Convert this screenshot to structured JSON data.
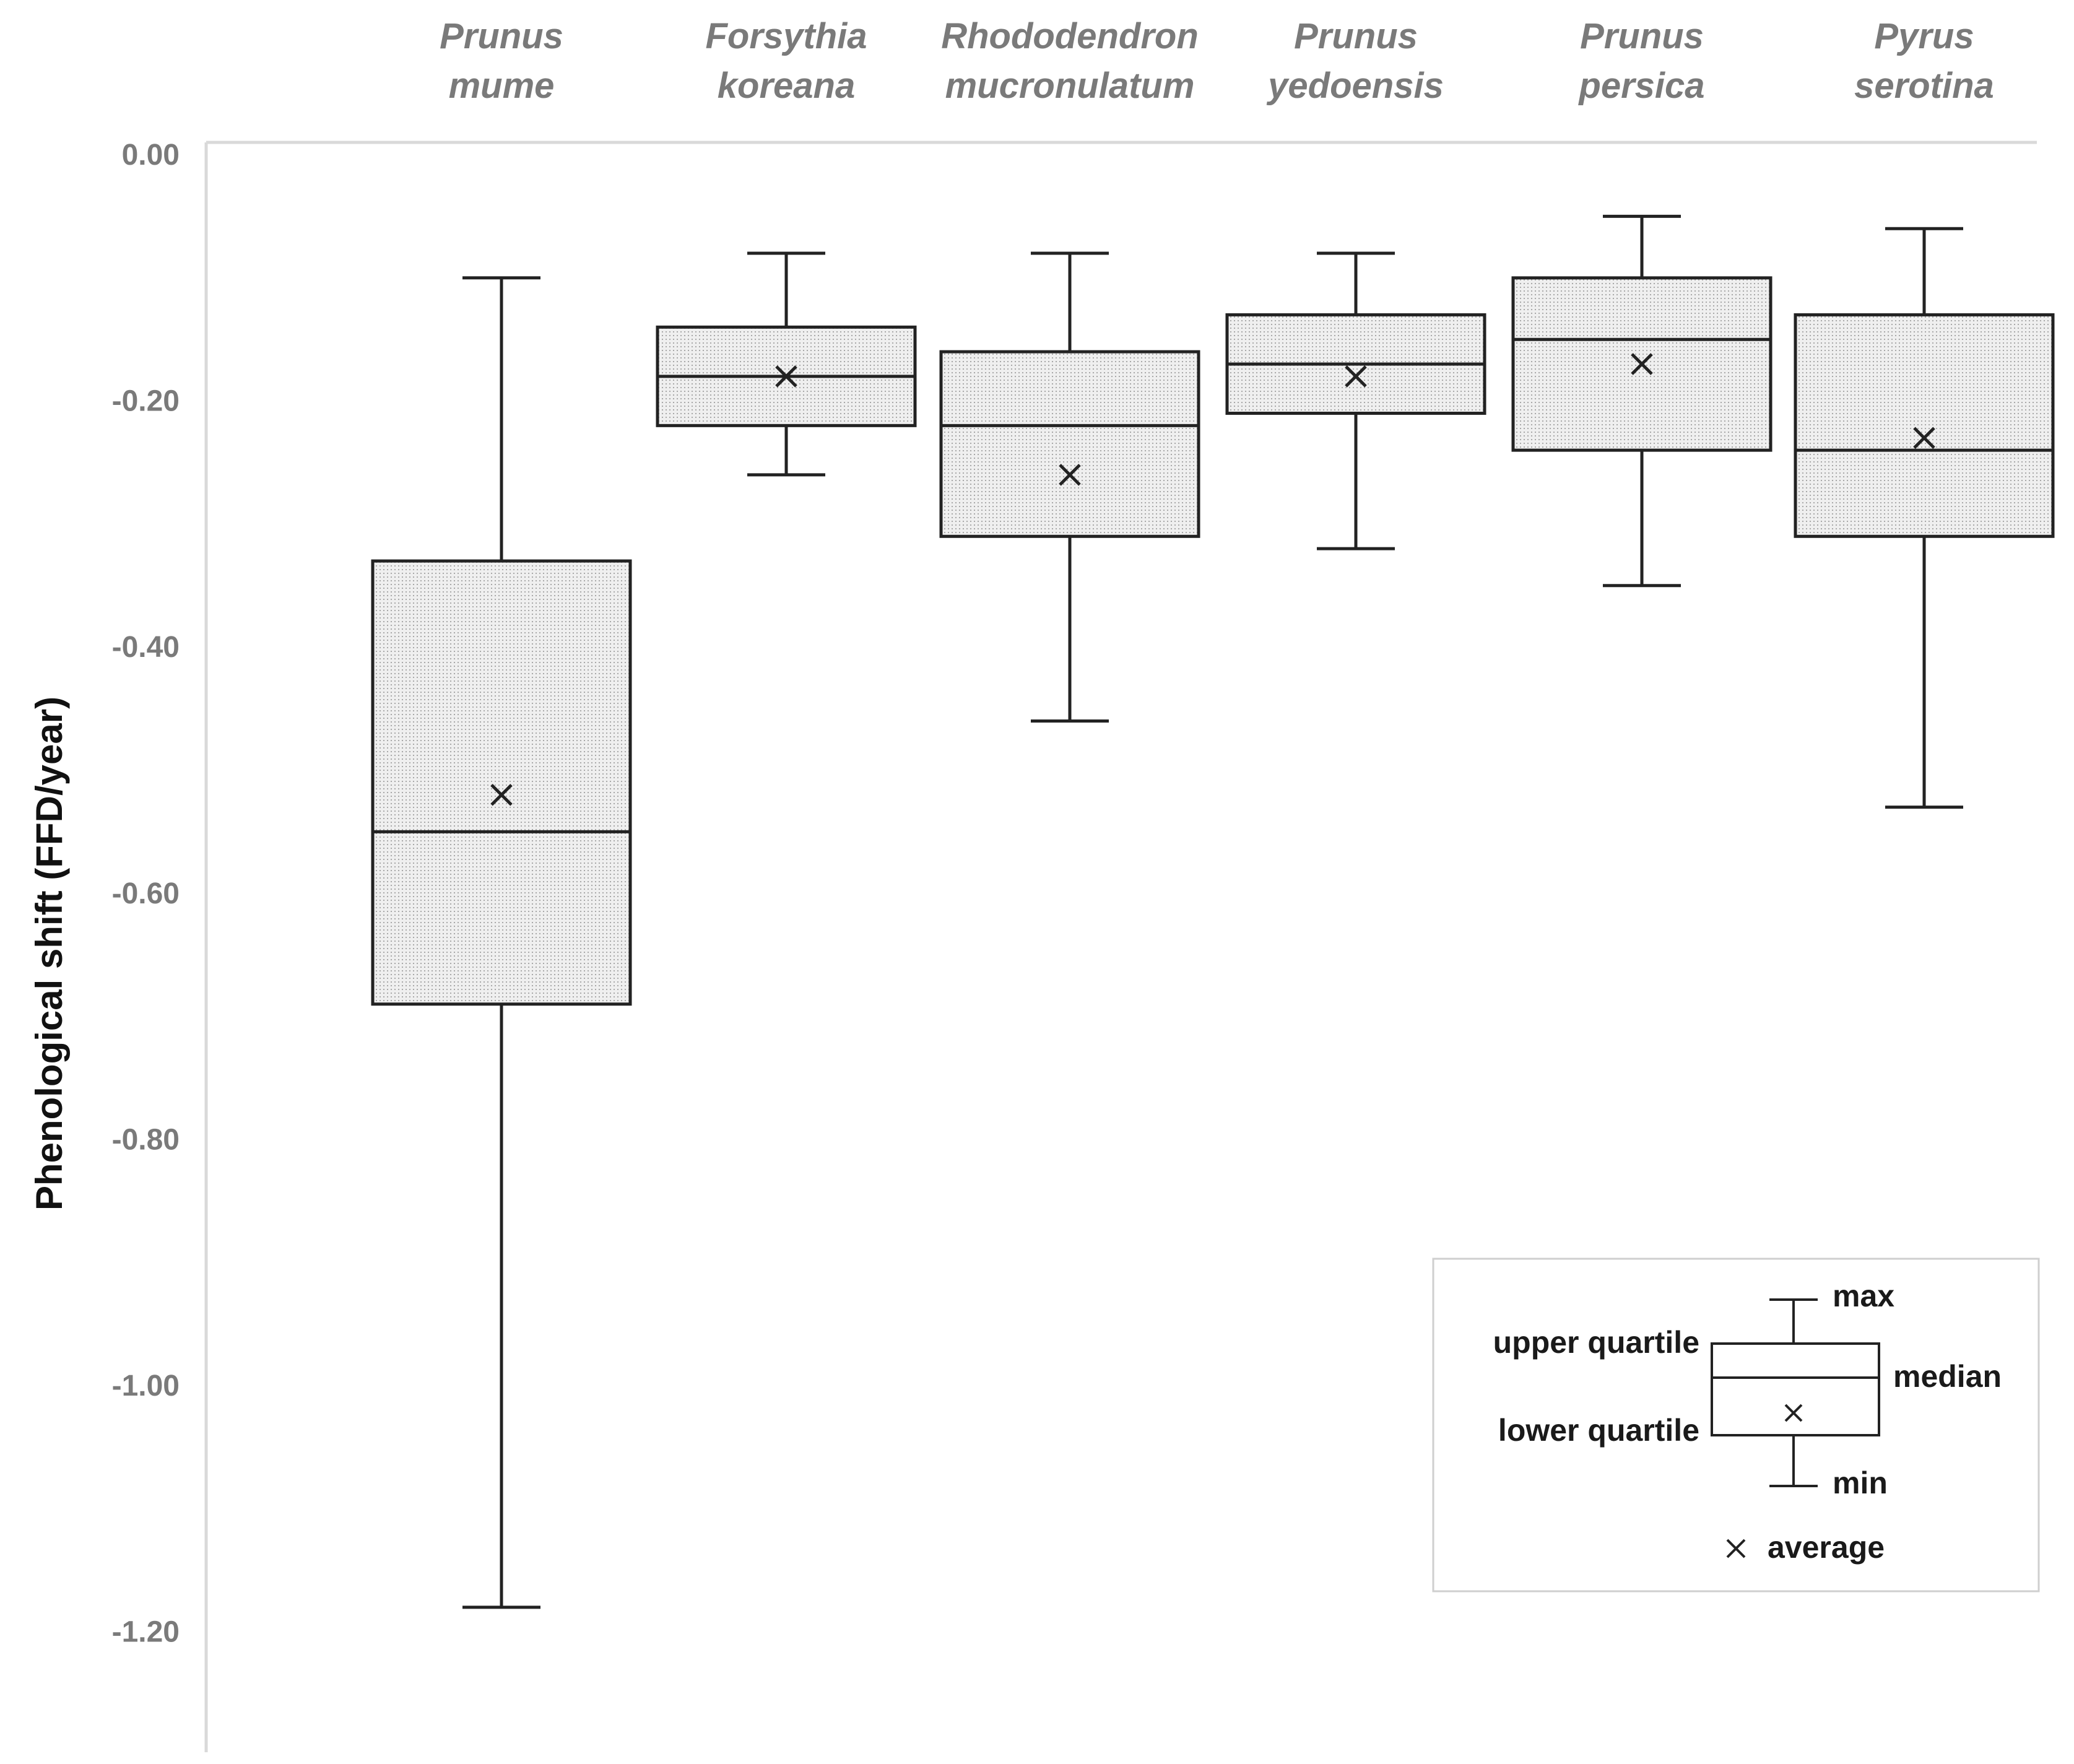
{
  "chart_data": {
    "type": "box",
    "ylabel": "Phenological shift (FFD/year)",
    "xlabel": "",
    "title": "",
    "ylim": [
      -1.3,
      0.0
    ],
    "yticks": [
      0.0,
      -0.2,
      -0.4,
      -0.6,
      -0.8,
      -1.0,
      -1.2
    ],
    "ytick_labels": [
      "0.00",
      "-0.20",
      "-0.40",
      "-0.60",
      "-0.80",
      "-1.00",
      "-1.20"
    ],
    "categories": [
      [
        "Prunus",
        "mume"
      ],
      [
        "Forsythia",
        "koreana"
      ],
      [
        "Rhododendron",
        "mucronulatum"
      ],
      [
        "Prunus",
        "yedoensis"
      ],
      [
        "Prunus",
        "persica"
      ],
      [
        "Pyrus",
        "serotina"
      ]
    ],
    "boxes": [
      {
        "max": -0.1,
        "q3": -0.33,
        "median": -0.55,
        "q1": -0.69,
        "min": -1.18,
        "mean": -0.52
      },
      {
        "max": -0.08,
        "q3": -0.14,
        "median": -0.18,
        "q1": -0.22,
        "min": -0.26,
        "mean": -0.18
      },
      {
        "max": -0.08,
        "q3": -0.16,
        "median": -0.22,
        "q1": -0.31,
        "min": -0.46,
        "mean": -0.26
      },
      {
        "max": -0.08,
        "q3": -0.13,
        "median": -0.17,
        "q1": -0.21,
        "min": -0.32,
        "mean": -0.18
      },
      {
        "max": -0.05,
        "q3": -0.1,
        "median": -0.15,
        "q1": -0.24,
        "min": -0.35,
        "mean": -0.17
      },
      {
        "max": -0.06,
        "q3": -0.13,
        "median": -0.24,
        "q1": -0.31,
        "min": -0.53,
        "mean": -0.23
      }
    ],
    "legend": {
      "max": "max",
      "upper_quartile": "upper quartile",
      "median": "median",
      "lower_quartile": "lower quartile",
      "min": "min",
      "average": "average"
    },
    "colors": {
      "box_fill": "#e4e4e4",
      "stroke": "#222222",
      "axis": "#d9d9d9",
      "label_gray": "#7a7a7a"
    }
  }
}
